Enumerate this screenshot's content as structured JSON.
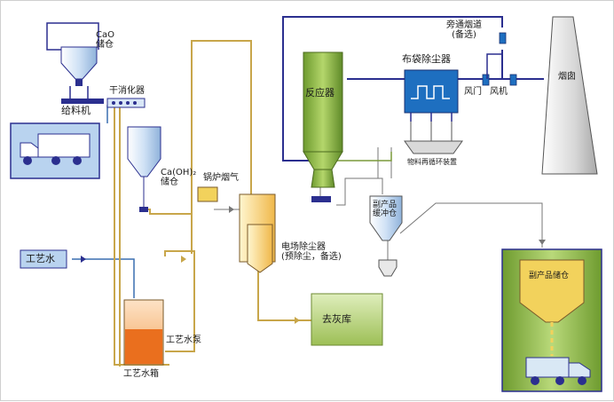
{
  "labels": {
    "cao_silo": "CaO\n储仓",
    "feeder": "给料机",
    "digester": "干消化器",
    "caoh_silo": "Ca(OH)₂\n储仓",
    "boiler_flue": "锅炉烟气",
    "process_water": "工艺水",
    "process_water_pump": "工艺水泵",
    "process_water_tank": "工艺水箱",
    "esp": "电场除尘器\n(预除尘，备选)",
    "ash_storage": "去灰库",
    "reactor": "反应器",
    "bag_filter": "布袋除尘器",
    "bypass_flue": "旁通烟道\n(备选)",
    "damper": "风门",
    "fan": "风机",
    "chimney": "烟囱",
    "recycle_device": "物料再循环装置",
    "byproduct_buffer": "副产品\n缓冲仓",
    "byproduct_storage": "副产品储仓"
  },
  "colors": {
    "flue_line": "#2b2f8f",
    "water_line": "#3a6fb0",
    "lime_line": "#c8a64a",
    "silo_fill": "#b9d3ef",
    "reactor_green": "#8fb84a",
    "bag_filter_blue": "#1e6fc0",
    "water_tank_orange": "#e87a2a",
    "storage_green": "#7a9a3a",
    "yellow_fill": "#f2d25c"
  }
}
